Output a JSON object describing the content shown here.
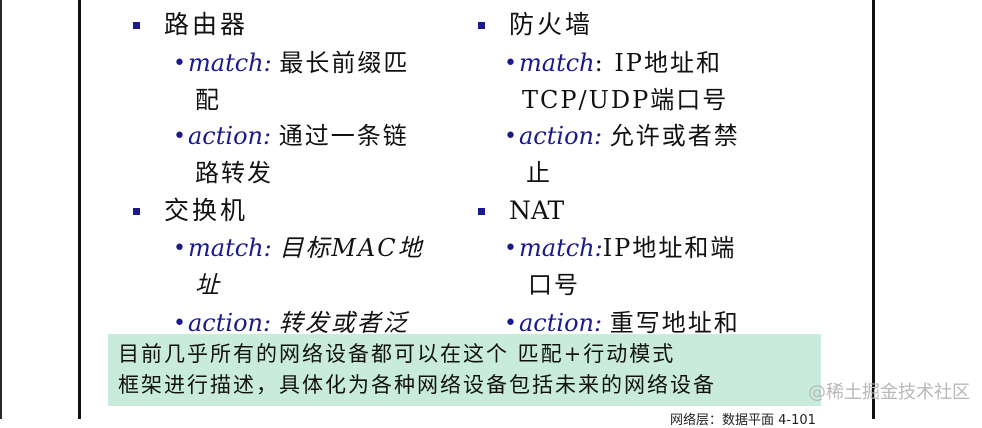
{
  "slide": {
    "columns": [
      {
        "groups": [
          {
            "title": "路由器",
            "items": [
              {
                "keyword": "match:",
                "text": "最长前缀匹",
                "continuation": "配"
              },
              {
                "keyword": "action:",
                "text": "通过一条链",
                "continuation": "路转发"
              }
            ]
          },
          {
            "title": "交换机",
            "items": [
              {
                "keyword": "match:",
                "text": "目标MAC地",
                "continuation": "址"
              },
              {
                "keyword": "action:",
                "text": "转发或者泛",
                "continuation": ""
              }
            ]
          }
        ]
      },
      {
        "groups": [
          {
            "title": "防火墙",
            "items": [
              {
                "keyword": "match",
                "text": ": IP地址和",
                "continuation": "TCP/UDP端口号"
              },
              {
                "keyword": "action:",
                "text": "允许或者禁",
                "continuation": "止"
              }
            ]
          },
          {
            "title": "NAT",
            "items": [
              {
                "keyword": "match:",
                "text": "IP地址和端",
                "continuation": "口号"
              },
              {
                "keyword": "action:",
                "text": "重写地址和",
                "continuation": ""
              }
            ]
          }
        ]
      }
    ],
    "callout": {
      "line1": "目前几乎所有的网络设备都可以在这个 匹配+行动模式",
      "line2": "框架进行描述，具体化为各种网络设备包括未来的网络设备"
    },
    "footer": "网络层：数据平面 4-101",
    "watermark": "@稀土掘金技术社区",
    "colors": {
      "bullet": "#1a1a8c",
      "callout_bg": "#c8ebdc",
      "text": "#111111"
    }
  }
}
